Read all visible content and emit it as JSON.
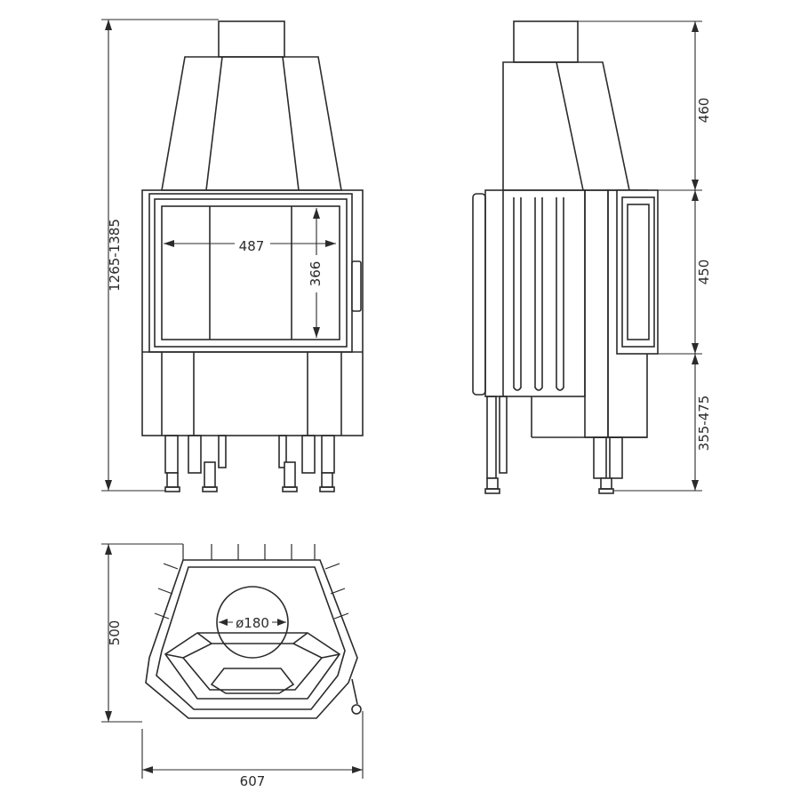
{
  "dimensions": {
    "front_total_height": "1265-1385",
    "glass_width": "487",
    "glass_height": "366",
    "side_hood_height": "460",
    "side_door_height": "450",
    "side_base_height": "355-475",
    "top_depth": "500",
    "top_width": "607",
    "flue_diameter": "ø180"
  },
  "colors": {
    "line": "#2b2b2b",
    "background": "#ffffff"
  }
}
